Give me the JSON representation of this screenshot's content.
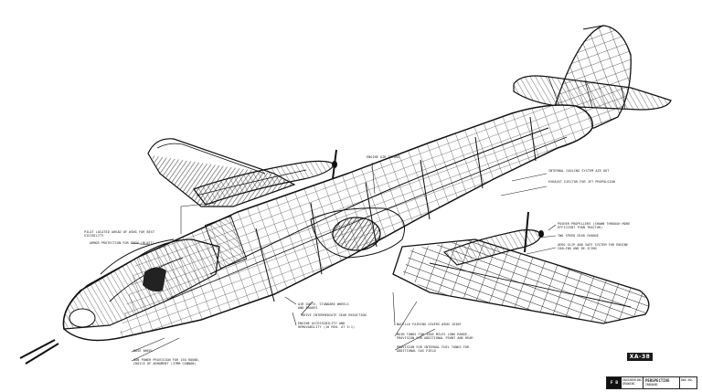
{
  "callouts": [
    {
      "id": "engine-air-intake",
      "text": "ENGINE AIR INTAKE"
    },
    {
      "id": "internal-cooling",
      "text": "INTERNAL COOLING SYSTEM AIR OUT"
    },
    {
      "id": "exhaust-ejector",
      "text": "EXHAUST EJECTOR FOR JET PROPULSION"
    },
    {
      "id": "pilot-location",
      "text": "PILOT LOCATED AHEAD OF WING FOR BEST VISIBILITY"
    },
    {
      "id": "armor-protection",
      "text": "ARMOR PROTECTION FOR CREW (BLAST)"
    },
    {
      "id": "pusher-propellers",
      "text": "PUSHER PROPELLERS (SHOWN THROUGH MORE EFFICIENT THAN TRACTOR)"
    },
    {
      "id": "two-speed-gear",
      "text": "TWO SPEED GEAR CHANGE"
    },
    {
      "id": "aero-slip-seal",
      "text": "AERO SLIP AND SAFE SYSTEM FOR ENGINE COOLING AND DE-ICING"
    },
    {
      "id": "air-ducts",
      "text": "AIR DUCTS, STANDARD WHEELS AND BRAKES"
    },
    {
      "id": "drive-intermediate",
      "text": "DRIVE INTERMEDIATE GEAR REDUCTION"
    },
    {
      "id": "engine-accessibility",
      "text": "ENGINE ACCESSIBILITY AND REMOVABILITY (10 MIN. AT 5:1)"
    },
    {
      "id": "nacelle-fairing",
      "text": "NACELLE FAIRING COVERS WING JOINT"
    },
    {
      "id": "main-tanks",
      "text": "MAIN TANKS FOR 1500 MILES LONG RANGE, PROVISION FOR ADDITIONAL FRONT AND REAR"
    },
    {
      "id": "provision-internal",
      "text": "PROVISION FOR INTERNAL FUEL TANKS FOR ADDITIONAL GAS FIELD"
    },
    {
      "id": "nose-wheel",
      "text": "NOSE WHEEL"
    },
    {
      "id": "gun-provision",
      "text": "GUN POWER PROVISION FOR 150 ROUND, CHOICE OF ARMAMENT (37MM CANNON)"
    }
  ],
  "model_tag": "XA-38",
  "title_block": {
    "logo": "F B",
    "left_text": "ENGINEERING DRAWING",
    "main_title": "PERSPECTIVE",
    "sub_title": "INBOARD",
    "right_text": "DWG NO."
  },
  "colors": {
    "ink": "#1a1a1a",
    "paper": "#ffffff"
  }
}
